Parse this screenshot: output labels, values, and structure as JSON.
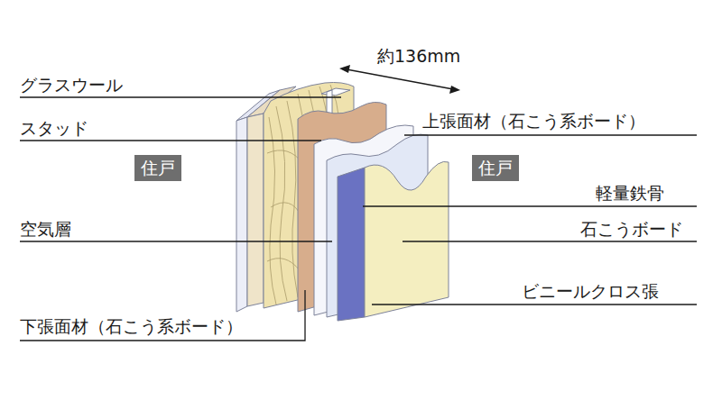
{
  "diagram": {
    "nodes": [
      {
        "text": [
          "住戸"
        ]
      },
      {
        "text": [
          "住戸"
        ]
      }
    ],
    "labels": [
      "約136mm",
      "グラスウール",
      "スタッド",
      "上張面材（石こう系ボード）",
      "軽量鉄骨",
      "空気層",
      "石こうボード",
      "ビニールクロス張",
      "下張面材（石こう系ボード）"
    ]
  }
}
